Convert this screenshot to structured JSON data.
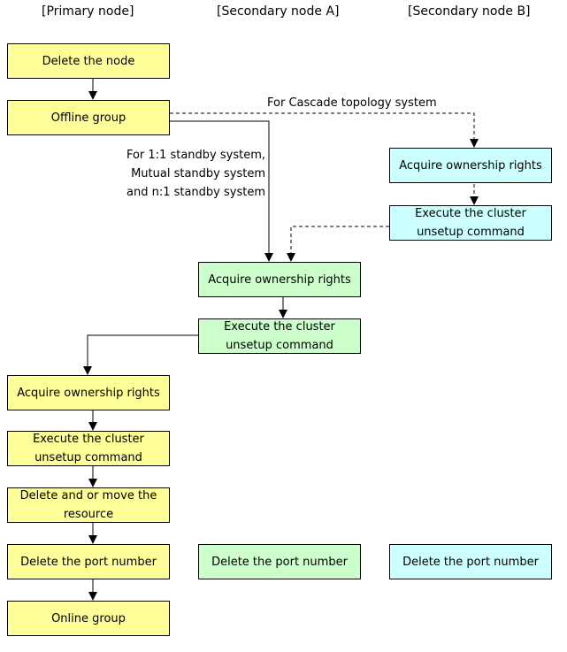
{
  "columns": {
    "primary": "[Primary node]",
    "secondary_a": "[Secondary node A]",
    "secondary_b": "[Secondary node B]"
  },
  "primary_steps": [
    "Delete the node",
    "Offline group",
    "Acquire ownership rights",
    "Execute the cluster unsetup command",
    "Delete and or move the resource",
    "Delete the port number",
    "Online group"
  ],
  "secondary_a_steps": [
    "Acquire ownership rights",
    "Execute the cluster unsetup command",
    "Delete the port number"
  ],
  "secondary_b_steps": [
    "Acquire ownership rights",
    "Execute the cluster unsetup command",
    "Delete the port number"
  ],
  "notes": {
    "cascade": "For Cascade topology system",
    "standby_line1": "For 1:1 standby system,",
    "standby_line2": "Mutual standby system",
    "standby_line3": "and n:1 standby system"
  },
  "colors": {
    "primary_fill": "#ffff99",
    "secondary_a_fill": "#ccffcc",
    "secondary_b_fill": "#ccffff",
    "border": "#000000"
  }
}
